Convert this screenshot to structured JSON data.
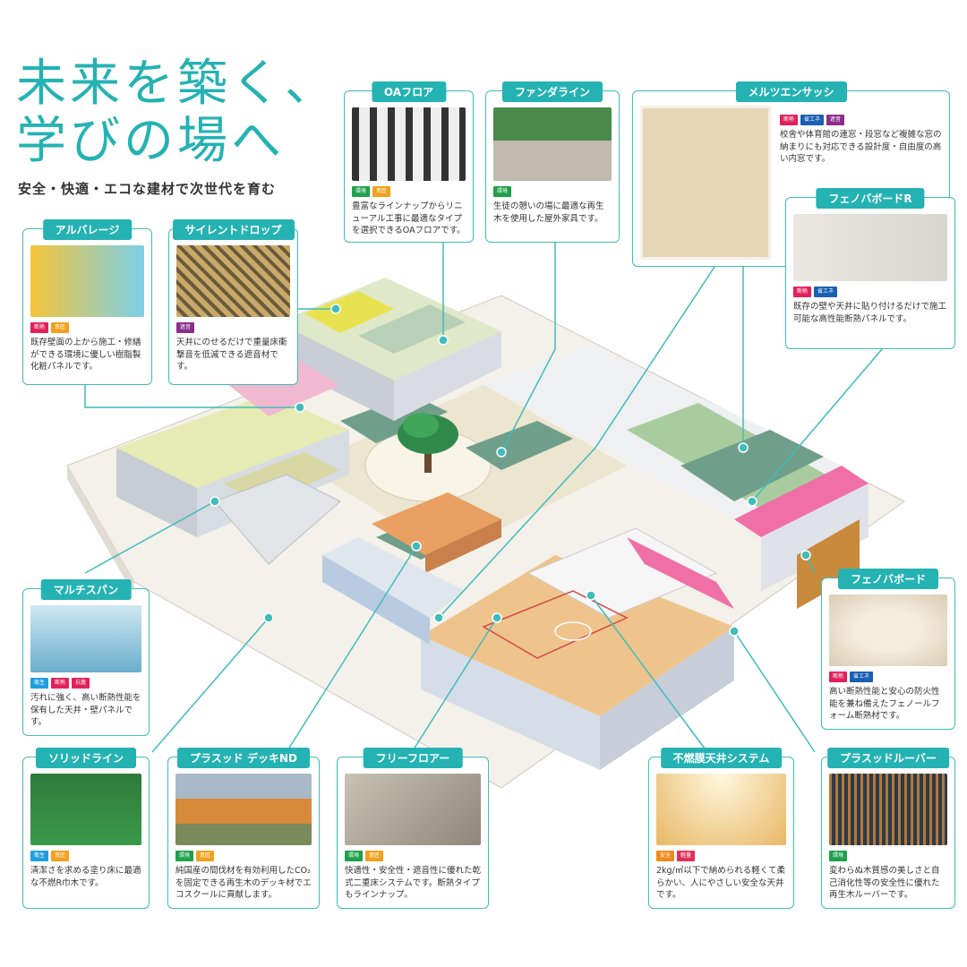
{
  "title": {
    "line1": "未来を築く、",
    "line2": "学びの場へ"
  },
  "subtitle": "安全・快適・エコな建材で次世代を育む",
  "badge_colors": {
    "環境": "#1fa04a",
    "意匠": "#f2a01c",
    "断熱": "#e3205a",
    "遮音": "#8a2e8c",
    "省エネ": "#1a5fb4",
    "衛生": "#1e9fe0",
    "抗菌": "#e3205a",
    "安全": "#f08a1c",
    "軽量": "#e3305a"
  },
  "cards": {
    "oa": {
      "header": "OAフロア",
      "badges": [
        "環境",
        "意匠"
      ],
      "desc": "豊富なラインナップからリニューアル工事に最適なタイプを選択できるOAフロアです。"
    },
    "fan": {
      "header": "ファンダライン",
      "badges": [
        "環境"
      ],
      "desc": "生徒の憩いの場に最適な再生木を使用した屋外家具です。"
    },
    "mel": {
      "header": "メルツエンサッシ",
      "badges": [
        "断熱",
        "省エネ",
        "遮音"
      ],
      "desc": "校舎や体育館の連窓・段窓など複雑な窓の納まりにも対応できる設計度・自由度の高い内窓です。"
    },
    "fenoR": {
      "header": "フェノバボードR",
      "badges": [
        "断熱",
        "省エネ"
      ],
      "desc": "既存の壁や天井に貼り付けるだけで施工可能な高性能断熱パネルです。"
    },
    "alu": {
      "header": "アルバレージ",
      "badges": [
        "断熱",
        "意匠"
      ],
      "desc": "既存壁面の上から施工・修繕ができる環境に優しい樹脂製化粧パネルです。"
    },
    "silent": {
      "header": "サイレントドロップ",
      "badges": [
        "遮音"
      ],
      "desc": "天井にのせるだけで重量床衝撃音を低減できる遮音材です。"
    },
    "multi": {
      "header": "マルチスパン",
      "badges": [
        "衛生",
        "断熱",
        "抗菌"
      ],
      "desc": "汚れに強く、高い断熱性能を保有した天井・壁パネルです。"
    },
    "fenoB": {
      "header": "フェノバボード",
      "badges": [
        "断熱",
        "省エネ"
      ],
      "desc": "高い断熱性能と安心の防火性能を兼ね備えたフェノールフォーム断熱材です。"
    },
    "solid": {
      "header": "ソリッドライン",
      "badges": [
        "衛生",
        "意匠"
      ],
      "desc": "清潔さを求める塗り床に最適な不燃R巾木です。"
    },
    "deck": {
      "header": "プラスッド デッキND",
      "badges": [
        "環境",
        "意匠"
      ],
      "desc": "純国産の間伐材を有効利用したCO₂を固定できる再生木のデッキ材でエコスクールに貢献します。"
    },
    "free": {
      "header": "フリーフロアー",
      "badges": [
        "環境",
        "意匠"
      ],
      "desc": "快適性・安全性・遮音性に優れた乾式二重床システムです。断熱タイプもラインナップ。"
    },
    "funen": {
      "header": "不燃膜天井システム",
      "badges": [
        "安全",
        "軽量"
      ],
      "desc": "2kg/㎡以下で納められる軽くて柔らかい、人にやさしい安全な天井です。"
    },
    "louver": {
      "header": "プラスッドルーバー",
      "badges": [
        "環境"
      ],
      "desc": "変わらぬ木質感の美しさと自己消化性等の安全性に優れた再生木ルーバーです。"
    }
  },
  "colors": {
    "accent": "#25b2b3",
    "line": "#3fbcbc"
  }
}
